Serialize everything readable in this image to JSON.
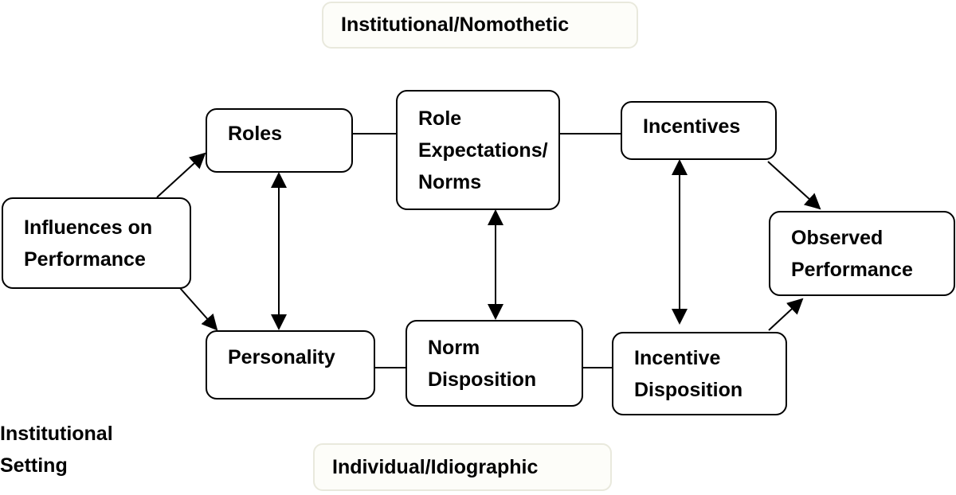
{
  "labels": {
    "top": "Institutional/Nomothetic",
    "bottom": "Individual/Idiographic",
    "setting": [
      "Institutional",
      "Setting"
    ]
  },
  "boxes": {
    "influences": [
      "Influences on",
      "Performance"
    ],
    "roles": [
      "Roles"
    ],
    "role_expectations": [
      "Role",
      "Expectations/",
      "Norms"
    ],
    "incentives": [
      "Incentives"
    ],
    "observed": [
      "Observed",
      "Performance"
    ],
    "personality": [
      "Personality"
    ],
    "norm_disposition": [
      "Norm",
      "Disposition"
    ],
    "incentive_disposition": [
      "Incentive",
      "Disposition"
    ]
  }
}
